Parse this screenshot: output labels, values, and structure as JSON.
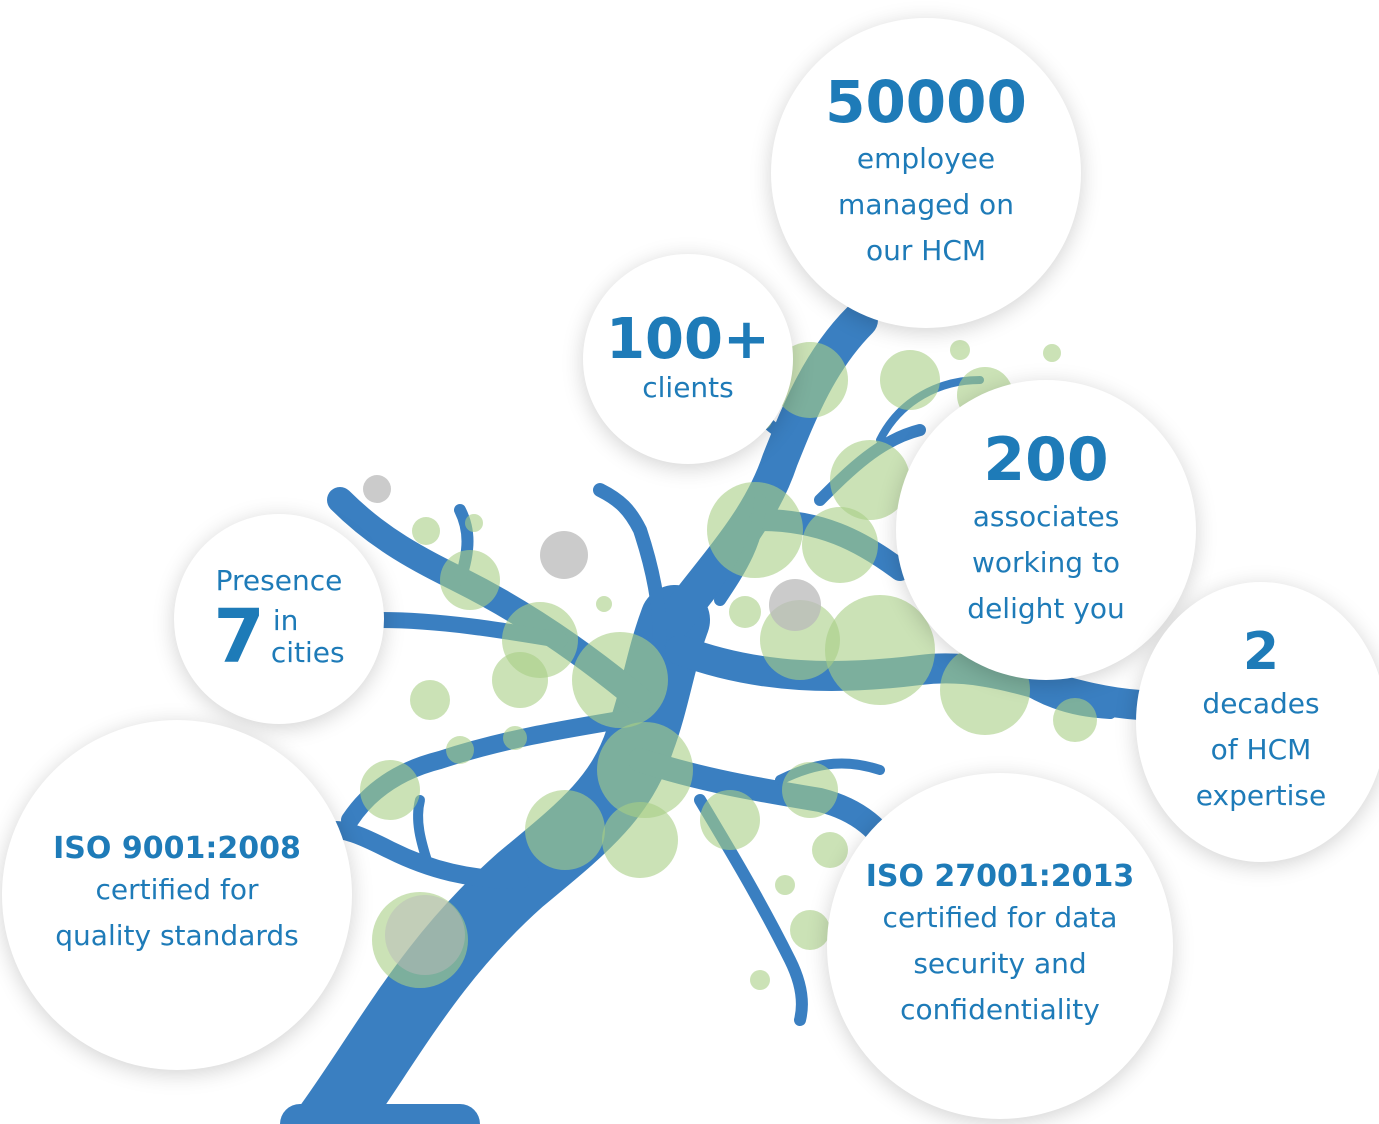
{
  "stats": {
    "employees": {
      "number": "50000",
      "line1": "employee",
      "line2": "managed on",
      "line3": "our HCM"
    },
    "clients": {
      "number": "100+",
      "line1": "clients"
    },
    "associates": {
      "number": "200",
      "line1": "associates",
      "line2": "working to",
      "line3": "delight you"
    },
    "decades": {
      "number": "2",
      "line1": "decades",
      "line2": "of HCM",
      "line3": "expertise"
    },
    "presence": {
      "top": "Presence",
      "number": "7",
      "word1": "in",
      "word2": "cities"
    }
  },
  "certifications": {
    "iso9001": {
      "title": "ISO 9001:2008",
      "line1": "certified for",
      "line2": "quality standards"
    },
    "iso27001": {
      "title": "ISO 27001:2013",
      "line1": "certified for data",
      "line2": "security and",
      "line3": "confidentiality"
    }
  },
  "colors": {
    "accent_blue": "#1e7bb8",
    "tree_blue": "#3a7fc1",
    "leaf_green": "#a9cf86",
    "dot_grey": "#b9b9b9",
    "background": "#ffffff"
  }
}
